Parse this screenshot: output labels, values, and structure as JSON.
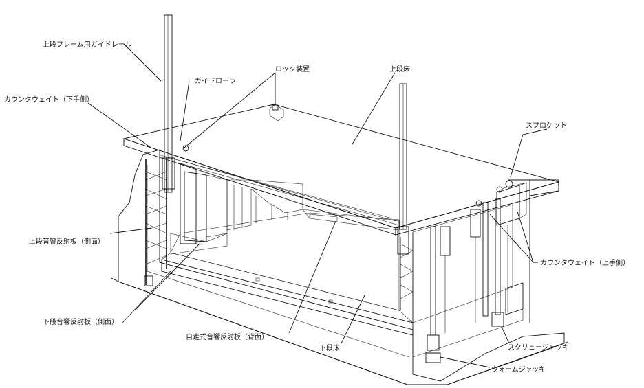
{
  "labels": {
    "upper_frame_guide_rail": "上段フレーム用ガイドレール",
    "guide_roller": "ガイドローラ",
    "lock_device": "ロック装置",
    "upper_floor": "上段床",
    "counterweight_downstage": "カウンタウェイト（下手側）",
    "sprocket": "スプロケット",
    "upper_acoustic_reflector_side": "上段音響反射板（側面）",
    "counterweight_upstage": "カウンタウェイト（上手側）",
    "lower_acoustic_reflector_side": "下段音響反射板（側面）",
    "self_propelled_reflector_back": "自走式音響反射板（背面）",
    "lower_floor": "下段床",
    "screw_jack": "スクリュージャッキ",
    "worm_jack": "ウォームジャッキ"
  },
  "colors": {
    "ink": "#111111",
    "paper": "#ffffff",
    "concrete": "#f4f4f4"
  }
}
